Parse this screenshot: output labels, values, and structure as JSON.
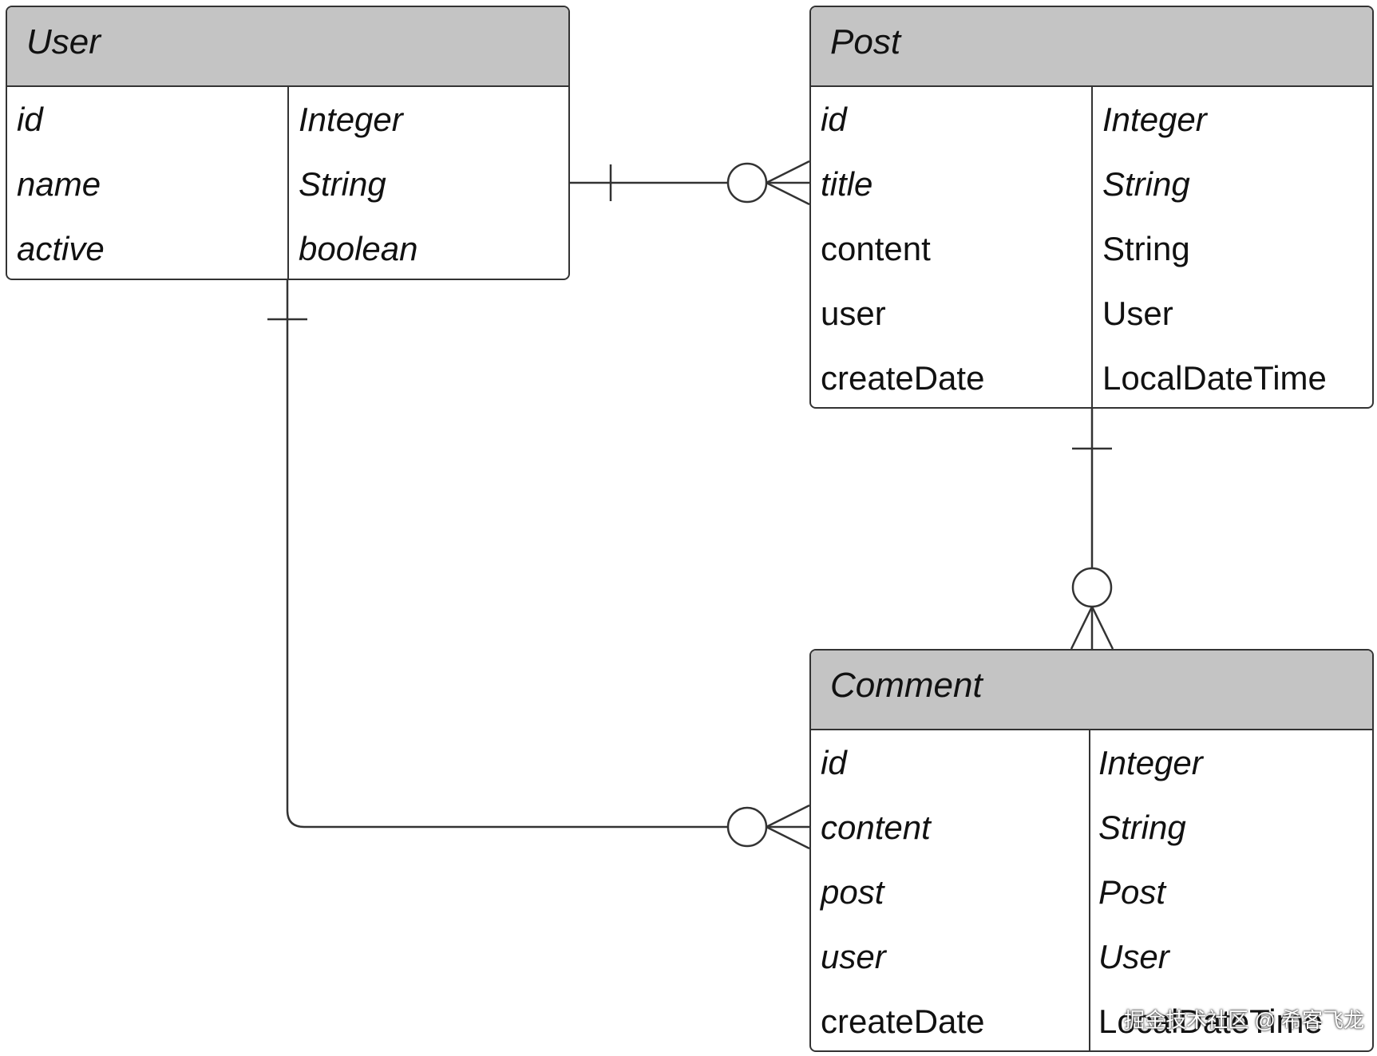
{
  "entities": {
    "user": {
      "title": "User",
      "attributes": [
        {
          "name": "id",
          "type": "Integer"
        },
        {
          "name": "name",
          "type": "String"
        },
        {
          "name": "active",
          "type": "boolean"
        }
      ]
    },
    "post": {
      "title": "Post",
      "attributes": [
        {
          "name": "id",
          "type": "Integer"
        },
        {
          "name": "title",
          "type": "String"
        },
        {
          "name": "content",
          "type": "String"
        },
        {
          "name": "user",
          "type": "User"
        },
        {
          "name": "createDate",
          "type": "LocalDateTime"
        }
      ]
    },
    "comment": {
      "title": "Comment",
      "attributes": [
        {
          "name": "id",
          "type": "Integer"
        },
        {
          "name": "content",
          "type": "String"
        },
        {
          "name": "post",
          "type": "Post"
        },
        {
          "name": "user",
          "type": "User"
        },
        {
          "name": "createDate",
          "type": "LocalDateTime"
        }
      ]
    }
  },
  "relationships": [
    {
      "from": "User",
      "to": "Post",
      "from_cardinality": "one",
      "to_cardinality": "zero-or-many"
    },
    {
      "from": "Post",
      "to": "Comment",
      "from_cardinality": "one",
      "to_cardinality": "zero-or-many"
    },
    {
      "from": "User",
      "to": "Comment",
      "from_cardinality": "one",
      "to_cardinality": "zero-or-many"
    }
  ],
  "watermark": "掘金技术社区 @ 希客飞龙"
}
